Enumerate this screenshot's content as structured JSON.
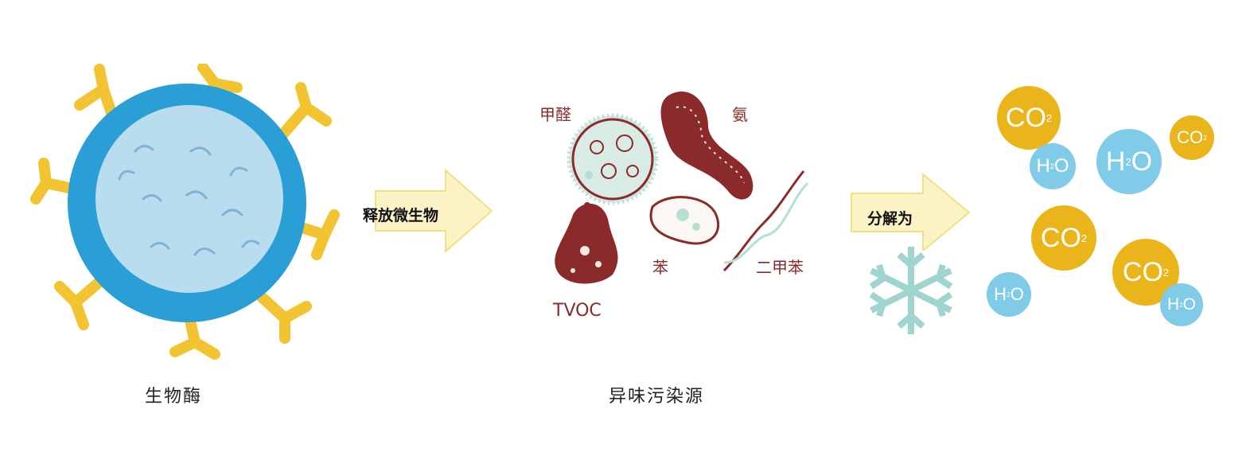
{
  "left_label": "生物酶",
  "arrow1_label": "释放微生物",
  "pollutants": {
    "formaldehyde": "甲醛",
    "ammonia": "氨",
    "tvoc": "TVOC",
    "benzene": "苯",
    "xylene": "二甲苯"
  },
  "middle_label": "异味污染源",
  "arrow2_label": "分解为",
  "molecules": {
    "co2": {
      "main": "CO",
      "sup": "2"
    },
    "h2o": {
      "pre": "H",
      "sub": "2",
      "post": "O"
    }
  },
  "colors": {
    "enzyme_outer": "#2a9fd6",
    "enzyme_inner": "#b9dcef",
    "antibody": "#f2c431",
    "microbe_red": "#8a2a2a",
    "microbe_green": "#b5dfd0",
    "co2": "#eab51a",
    "h2o": "#7fcbe8",
    "arrow_fill": "#fbf3c6",
    "arrow_stroke": "#f0e080"
  }
}
